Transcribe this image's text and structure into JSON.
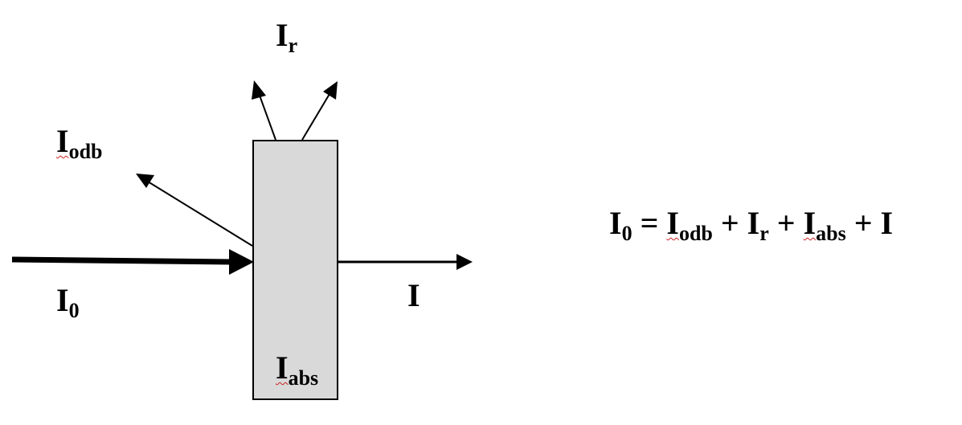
{
  "colors": {
    "ink": "#000000",
    "slab_fill": "#d9d9d9",
    "spellcheck_underline": "#cc2222",
    "background": "#ffffff"
  },
  "labels": {
    "incident": {
      "main": "I",
      "sub": "0"
    },
    "reflected_diffuse": {
      "main": "I",
      "sub": "odb"
    },
    "reflected": {
      "main": "I",
      "sub": "r"
    },
    "transmitted": {
      "main": "I",
      "sub": ""
    },
    "absorbed": {
      "main": "I",
      "sub": "abs"
    }
  },
  "equation": {
    "lhs_main": "I",
    "lhs_sub": "0",
    "equals": "=",
    "plus": "+",
    "terms": [
      {
        "main": "I",
        "sub": "odb"
      },
      {
        "main": "I",
        "sub": "r"
      },
      {
        "main": "I",
        "sub": "abs"
      },
      {
        "main": "I",
        "sub": ""
      }
    ]
  }
}
